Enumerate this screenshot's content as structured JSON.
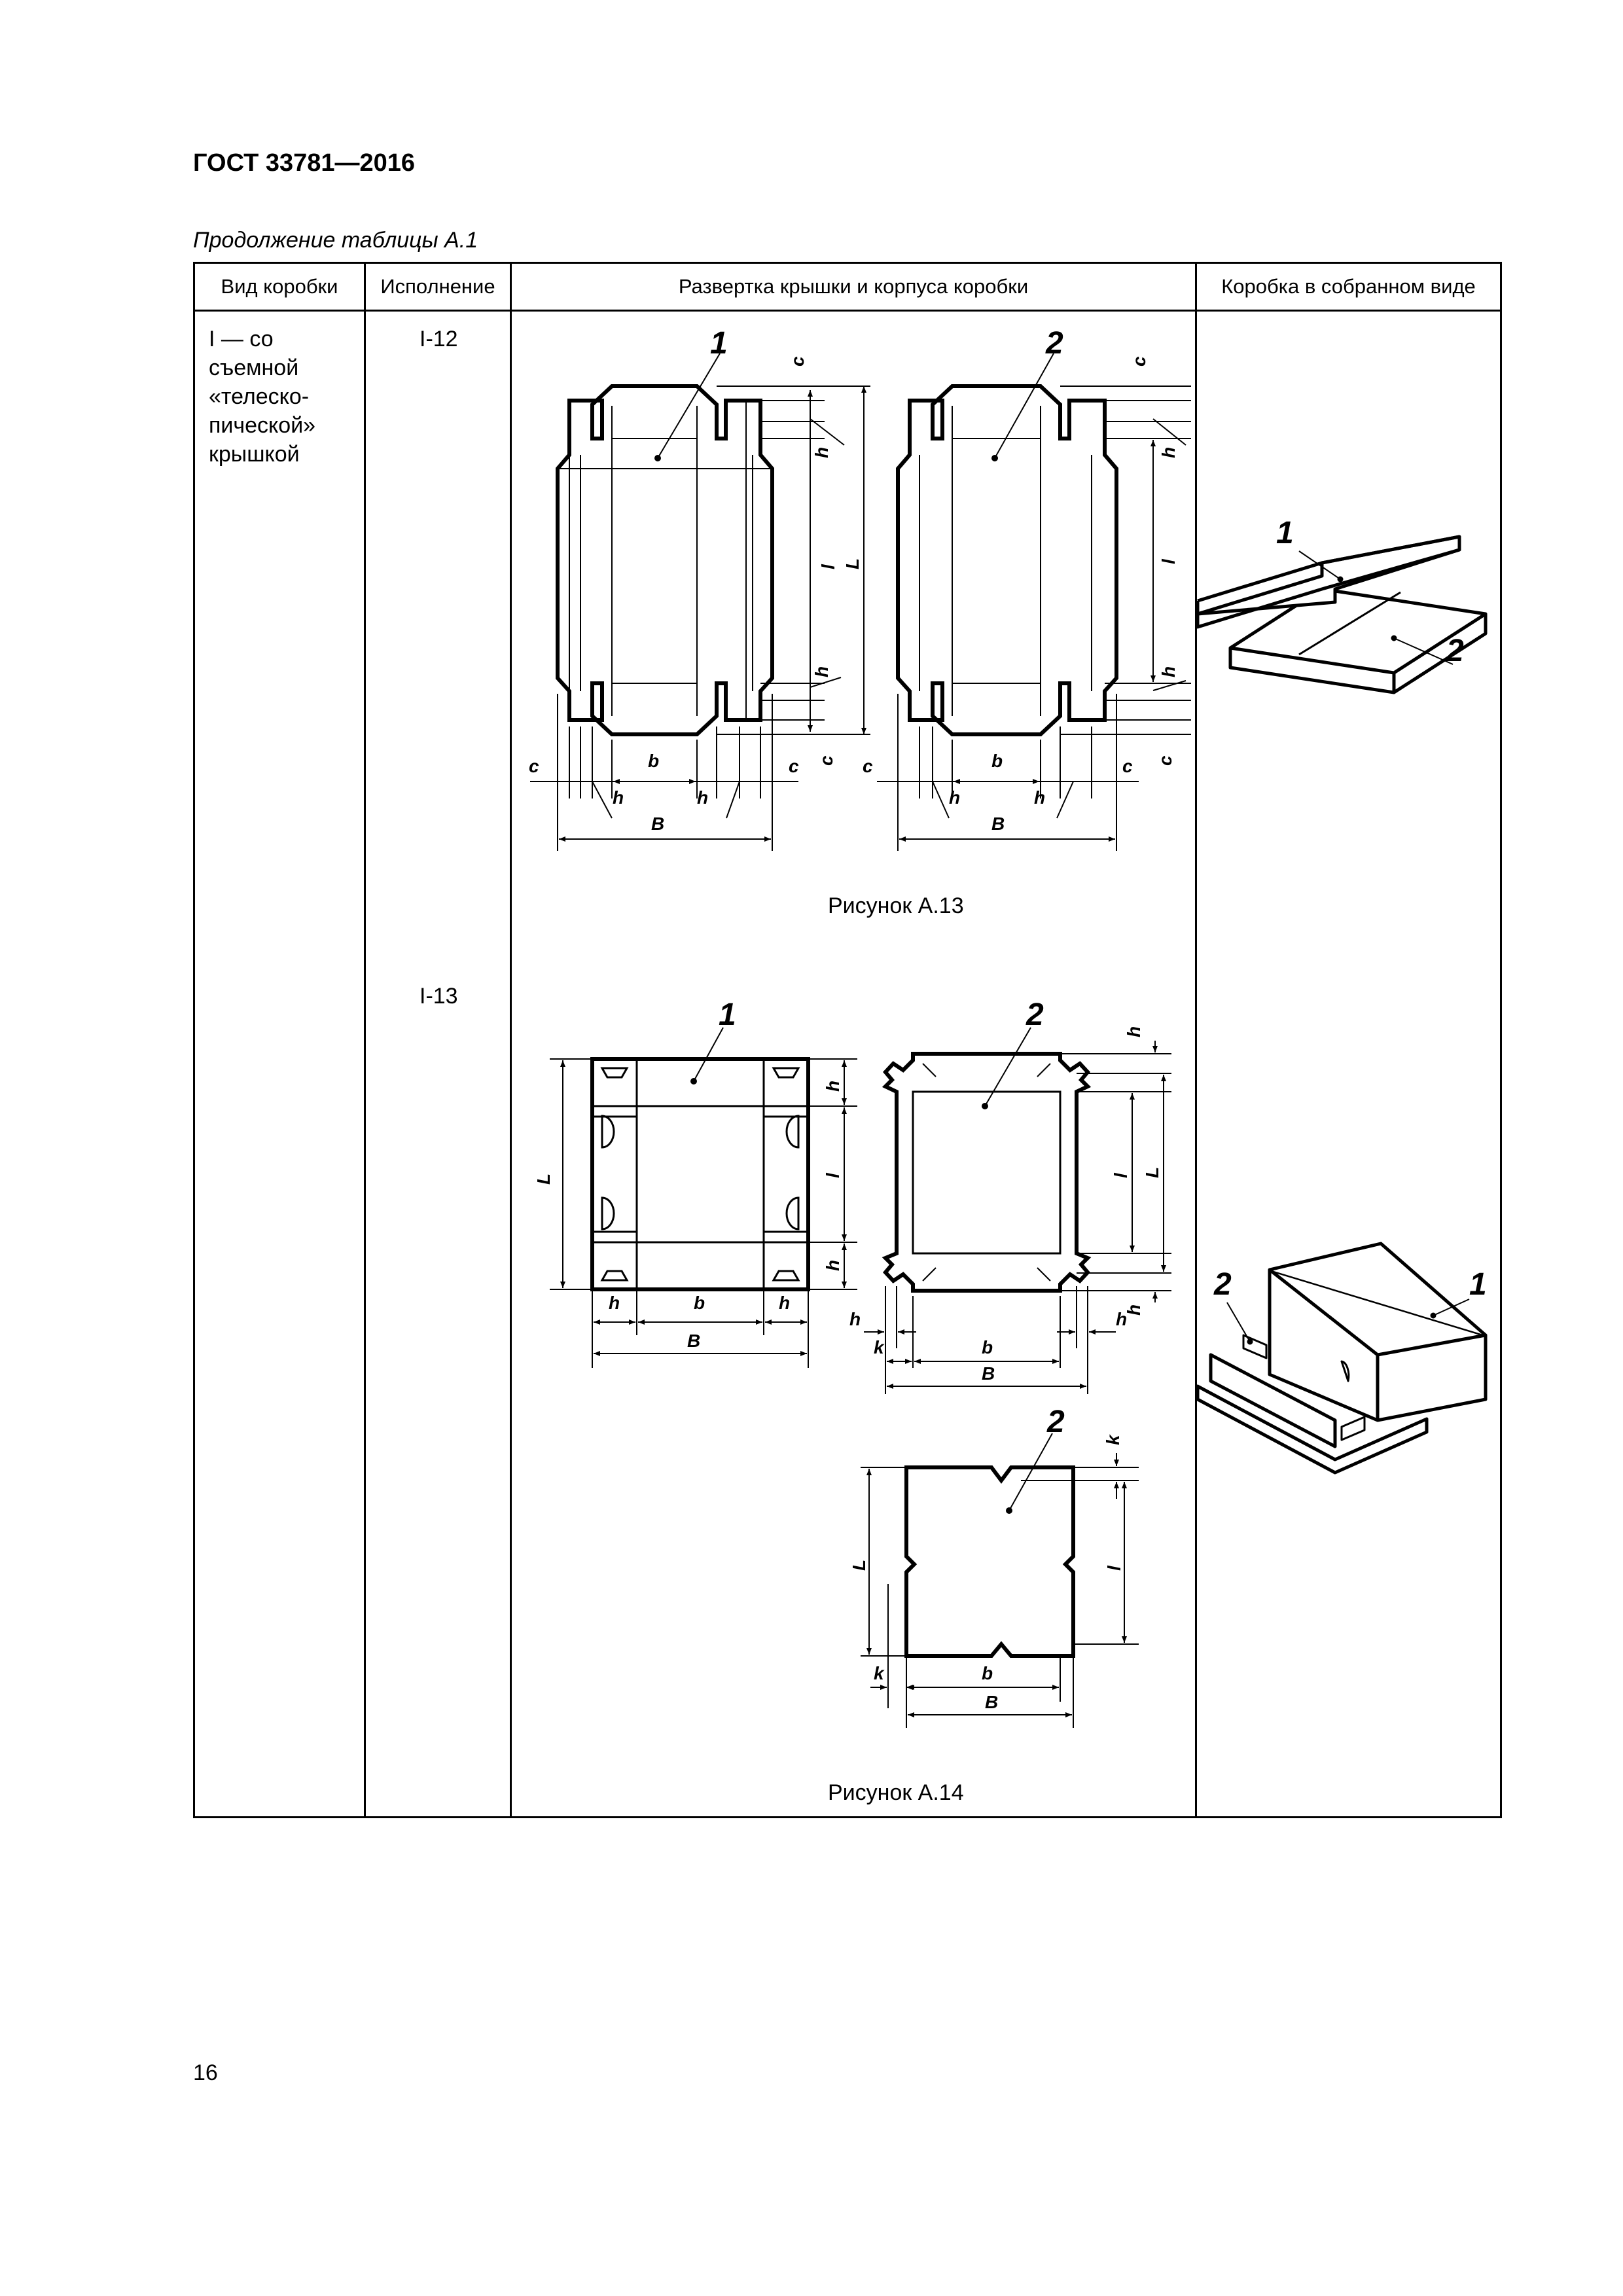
{
  "header": {
    "standard_code": "ГОСТ 33781—2016"
  },
  "table_caption": "Продолжение таблицы А.1",
  "table": {
    "columns": [
      "Вид коробки",
      "Исполнение",
      "Развертка крышки и корпуса коробки",
      "Коробка в собранном виде"
    ],
    "box_type_lines": [
      "I — со",
      "съемной",
      "«телеско-",
      "пической»",
      "крышкой"
    ],
    "rows": [
      {
        "variant": "I-12",
        "figure_caption": "Рисунок А.13"
      },
      {
        "variant": "I-13",
        "figure_caption": "Рисунок А.14"
      }
    ]
  },
  "labels": {
    "part_lid": "1",
    "part_body": "2",
    "c": "c",
    "h": "h",
    "b": "b",
    "B": "B",
    "l": "l",
    "L": "L",
    "k": "k",
    "sub1": "1"
  },
  "page_number": "16"
}
